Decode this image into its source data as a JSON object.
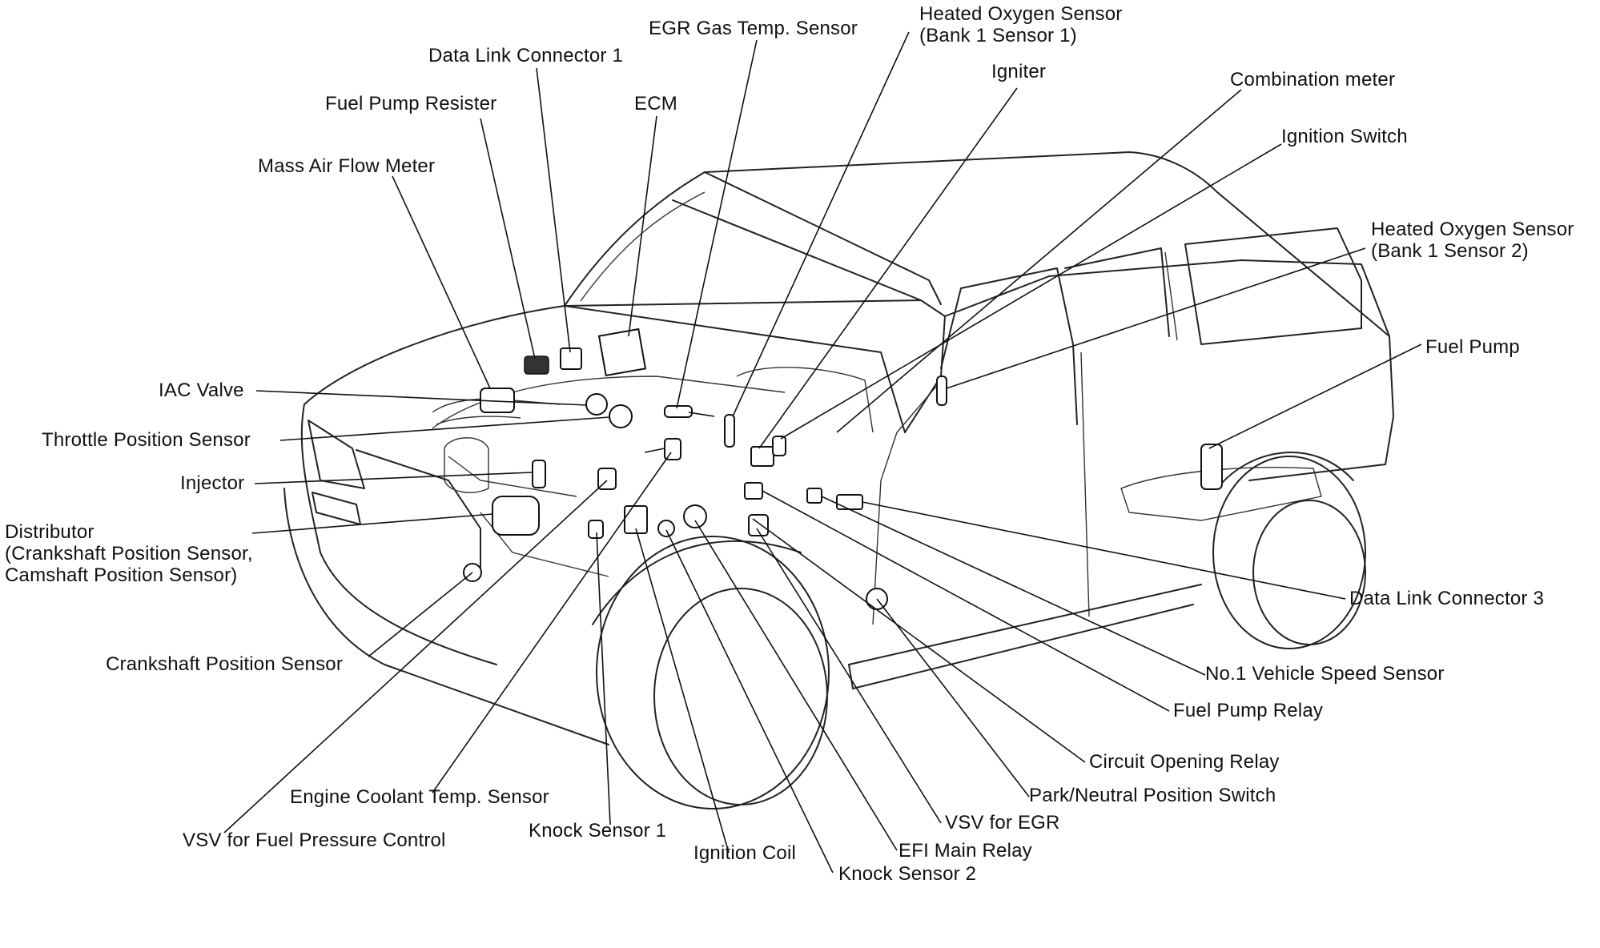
{
  "labels": {
    "egr_gas_temp_sensor": "EGR Gas Temp. Sensor",
    "heated_o2_b1s1_line1": "Heated Oxygen Sensor",
    "heated_o2_b1s1_line2": "(Bank 1 Sensor 1)",
    "data_link_connector_1": "Data Link Connector 1",
    "igniter": "Igniter",
    "combination_meter": "Combination meter",
    "ecm": "ECM",
    "fuel_pump_resister": "Fuel Pump Resister",
    "ignition_switch": "Ignition Switch",
    "mass_air_flow_meter": "Mass Air Flow Meter",
    "heated_o2_b1s2_line1": "Heated Oxygen Sensor",
    "heated_o2_b1s2_line2": "(Bank 1 Sensor 2)",
    "fuel_pump": "Fuel Pump",
    "iac_valve": "IAC Valve",
    "throttle_position_sensor": "Throttle Position Sensor",
    "injector": "Injector",
    "distributor_line1": "Distributor",
    "distributor_line2": "(Crankshaft Position Sensor,",
    "distributor_line3": "Camshaft Position Sensor)",
    "data_link_connector_3": "Data Link Connector 3",
    "crankshaft_position_sensor": "Crankshaft Position Sensor",
    "no1_vehicle_speed_sensor": "No.1 Vehicle Speed Sensor",
    "fuel_pump_relay": "Fuel Pump Relay",
    "circuit_opening_relay": "Circuit Opening Relay",
    "engine_coolant_temp_sensor": "Engine Coolant Temp. Sensor",
    "park_neutral_position_switch": "Park/Neutral Position Switch",
    "vsv_for_egr": "VSV for EGR",
    "vsv_for_fuel_pressure_control": "VSV for Fuel Pressure Control",
    "knock_sensor_1": "Knock Sensor 1",
    "efi_main_relay": "EFI Main Relay",
    "ignition_coil": "Ignition Coil",
    "knock_sensor_2": "Knock Sensor 2"
  }
}
